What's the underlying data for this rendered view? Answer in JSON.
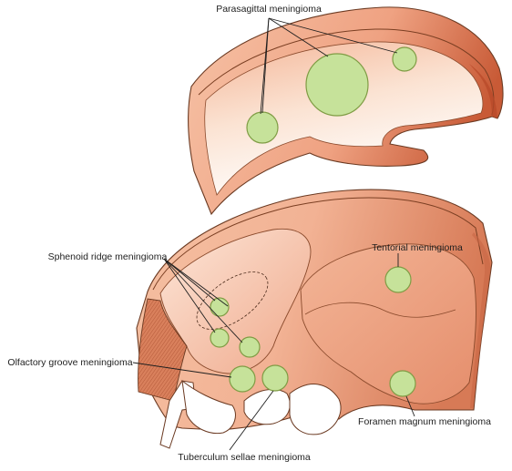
{
  "labels": {
    "parasagittal": "Parasagittal meningioma",
    "sphenoid": "Sphenoid ridge meningioma",
    "tentorial": "Tentorial meningioma",
    "olfactory": "Olfactory groove meningioma",
    "foramen": "Foramen magnum meningioma",
    "tuberculum": "Tuberculum sellae meningioma"
  },
  "colors": {
    "skin_light": "#fbe3d3",
    "skin_mid": "#f0a98a",
    "skin_dark": "#d06a48",
    "tumor_fill": "#c6e29a",
    "tumor_stroke": "#7f9c44"
  }
}
